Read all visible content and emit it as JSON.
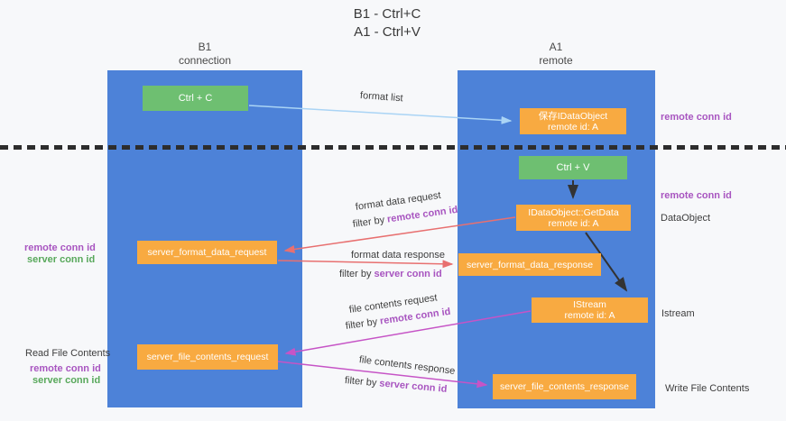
{
  "title": {
    "line1": "B1 - Ctrl+C",
    "line2": "A1 - Ctrl+V"
  },
  "lanes": {
    "left": {
      "name": "B1",
      "role": "connection"
    },
    "right": {
      "name": "A1",
      "role": "remote"
    }
  },
  "nodes": {
    "ctrl_c": {
      "label": "Ctrl + C"
    },
    "save_dataobject": {
      "line1": "保存IDataObject",
      "line2": "remote id: A"
    },
    "ctrl_v": {
      "label": "Ctrl + V"
    },
    "getdata": {
      "line1": "IDataObject::GetData",
      "line2": "remote id: A"
    },
    "server_format_data_request": {
      "label": "server_format_data_request"
    },
    "server_format_data_response": {
      "label": "server_format_data_response"
    },
    "istream": {
      "line1": "IStream",
      "line2": "remote id: A"
    },
    "server_file_contents_request": {
      "label": "server_file_contents_request"
    },
    "server_file_contents_response": {
      "label": "server_file_contents_response"
    }
  },
  "annotations": {
    "right_remote_conn_id_top": "remote conn id",
    "right_remote_conn_id_mid": "remote conn id",
    "right_dataobject": "DataObject",
    "right_istream": "Istream",
    "right_write_file_contents": "Write File Contents",
    "left_remote_conn_id_mid": "remote conn id",
    "left_server_conn_id_mid": "server conn id",
    "left_read_file_contents": "Read File Contents",
    "left_remote_conn_id_bottom": "remote conn id",
    "left_server_conn_id_bottom": "server conn id"
  },
  "flows": {
    "format_list": {
      "label": "format list"
    },
    "format_data_request": {
      "label": "format data request",
      "filter_prefix": "filter by ",
      "filter_key": "remote conn id"
    },
    "format_data_response": {
      "label": "format data response",
      "filter_prefix": "filter by ",
      "filter_key": "server conn id"
    },
    "file_contents_request": {
      "label": "file contents request",
      "filter_prefix": "filter by ",
      "filter_key": "remote conn id"
    },
    "file_contents_response": {
      "label": "file contents response",
      "filter_prefix": "filter by ",
      "filter_key": "server conn id"
    }
  },
  "colors": {
    "lane_blue": "#4d82d8",
    "action_green": "#6ebf71",
    "message_orange": "#f8aa41",
    "remote_conn_purple": "#a855c0",
    "server_conn_green": "#58a85b",
    "arrow_light_blue": "#aad4f5",
    "arrow_salmon": "#e87070",
    "arrow_magenta": "#c654c6",
    "divider_black": "#2d2d2d"
  }
}
